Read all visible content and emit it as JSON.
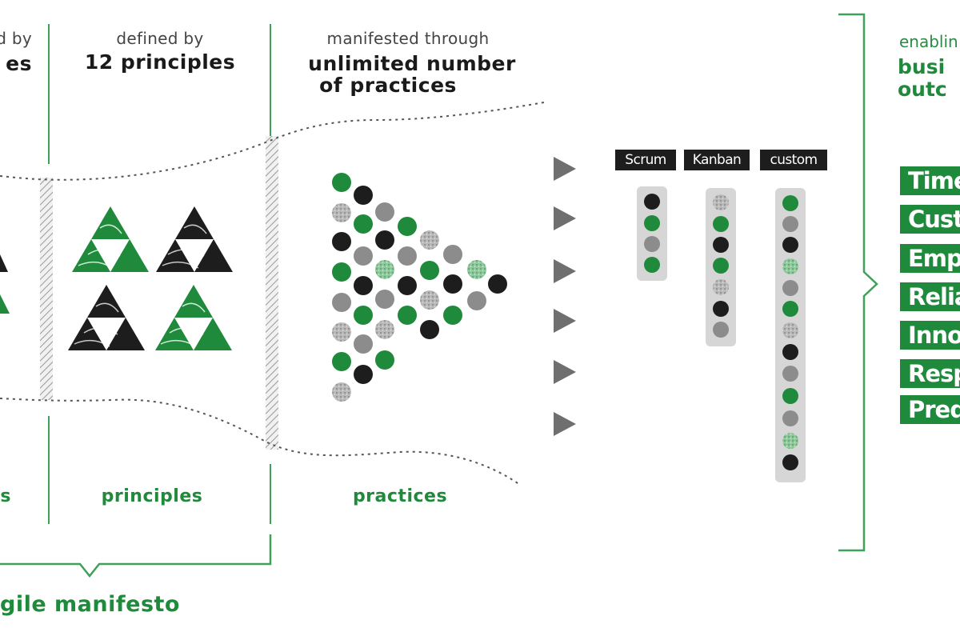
{
  "columns": [
    {
      "sub": "d by",
      "head_lines": [
        "es"
      ],
      "foot": "s"
    },
    {
      "sub": "defined by",
      "head_lines": [
        "12 principles"
      ],
      "foot": "principles"
    },
    {
      "sub": "manifested through",
      "head_lines": [
        "unlimited number",
        "of practices"
      ],
      "foot": "practices"
    }
  ],
  "frameworks": [
    {
      "label": "Scrum",
      "dots": [
        "black",
        "green",
        "gray",
        "green"
      ]
    },
    {
      "label": "Kanban",
      "dots": [
        "speckle",
        "green",
        "black",
        "green",
        "speckle",
        "black",
        "gray"
      ]
    },
    {
      "label": "custom",
      "dots": [
        "green",
        "gray",
        "black",
        "speckle-green",
        "gray",
        "green",
        "speckle",
        "black",
        "gray",
        "green",
        "gray",
        "speckle-green",
        "black"
      ]
    }
  ],
  "right": {
    "sub": "enablin",
    "head_lines": [
      "busi",
      "outc"
    ],
    "outcomes": [
      "Time",
      "Cust",
      "Emp",
      "Relia",
      "Inno",
      "Resp",
      "Pred"
    ]
  },
  "bottom_title": "gile manifesto",
  "colors": {
    "green": "#1f8a3b",
    "black": "#1d1d1d",
    "gray": "#8c8c8c",
    "line_green": "#3fa05a",
    "arrow": "#6f6f6f"
  },
  "triangle_patterns": [
    "green-swirl",
    "black-swirl",
    "black-swirl",
    "green-swirl"
  ]
}
